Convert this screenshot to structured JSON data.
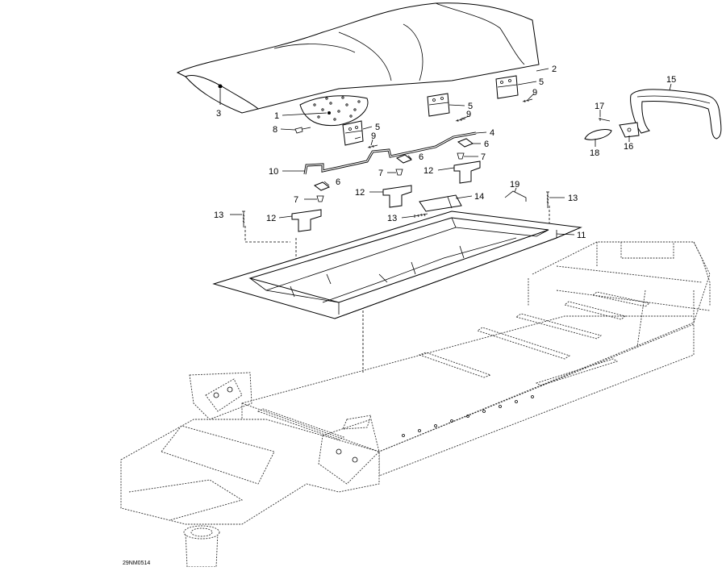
{
  "diagram": {
    "reference_code": "29NM0514",
    "callouts": [
      {
        "id": "c1",
        "label": "1"
      },
      {
        "id": "c2",
        "label": "2"
      },
      {
        "id": "c3",
        "label": "3"
      },
      {
        "id": "c4",
        "label": "4"
      },
      {
        "id": "c5a",
        "label": "5"
      },
      {
        "id": "c5b",
        "label": "5"
      },
      {
        "id": "c5c",
        "label": "5"
      },
      {
        "id": "c6a",
        "label": "6"
      },
      {
        "id": "c6b",
        "label": "6"
      },
      {
        "id": "c6c",
        "label": "6"
      },
      {
        "id": "c7a",
        "label": "7"
      },
      {
        "id": "c7b",
        "label": "7"
      },
      {
        "id": "c7c",
        "label": "7"
      },
      {
        "id": "c8",
        "label": "8"
      },
      {
        "id": "c9a",
        "label": "9"
      },
      {
        "id": "c9b",
        "label": "9"
      },
      {
        "id": "c9c",
        "label": "9"
      },
      {
        "id": "c10",
        "label": "10"
      },
      {
        "id": "c11",
        "label": "11"
      },
      {
        "id": "c12a",
        "label": "12"
      },
      {
        "id": "c12b",
        "label": "12"
      },
      {
        "id": "c12c",
        "label": "12"
      },
      {
        "id": "c13a",
        "label": "13"
      },
      {
        "id": "c13b",
        "label": "13"
      },
      {
        "id": "c13c",
        "label": "13"
      },
      {
        "id": "c14",
        "label": "14"
      },
      {
        "id": "c15",
        "label": "15"
      },
      {
        "id": "c16",
        "label": "16"
      },
      {
        "id": "c17",
        "label": "17"
      },
      {
        "id": "c18",
        "label": "18"
      },
      {
        "id": "c19",
        "label": "19"
      }
    ]
  }
}
